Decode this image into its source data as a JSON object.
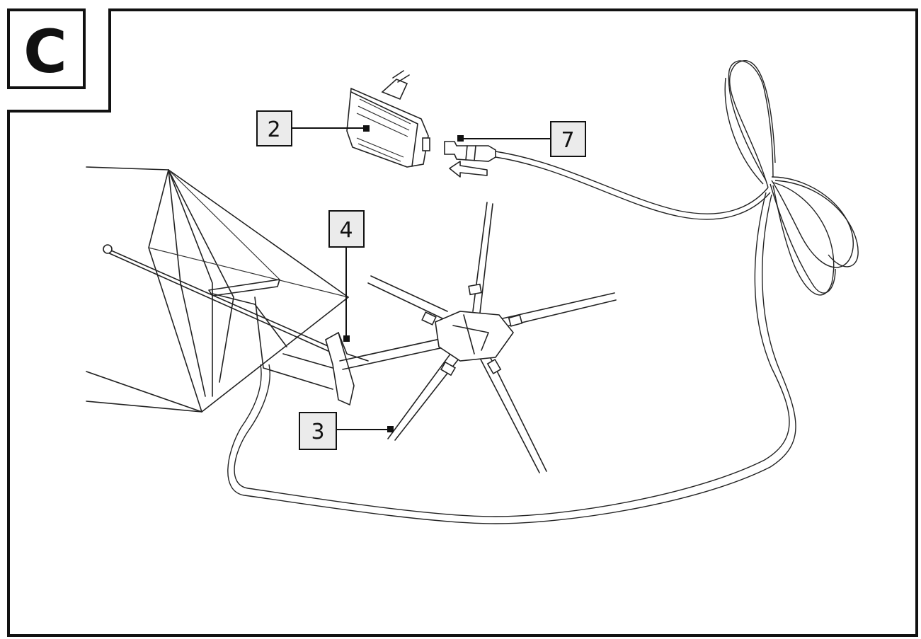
{
  "step_label": "C",
  "callouts": {
    "adapter": "2",
    "tip": "3",
    "connector": "4",
    "plug": "7"
  }
}
